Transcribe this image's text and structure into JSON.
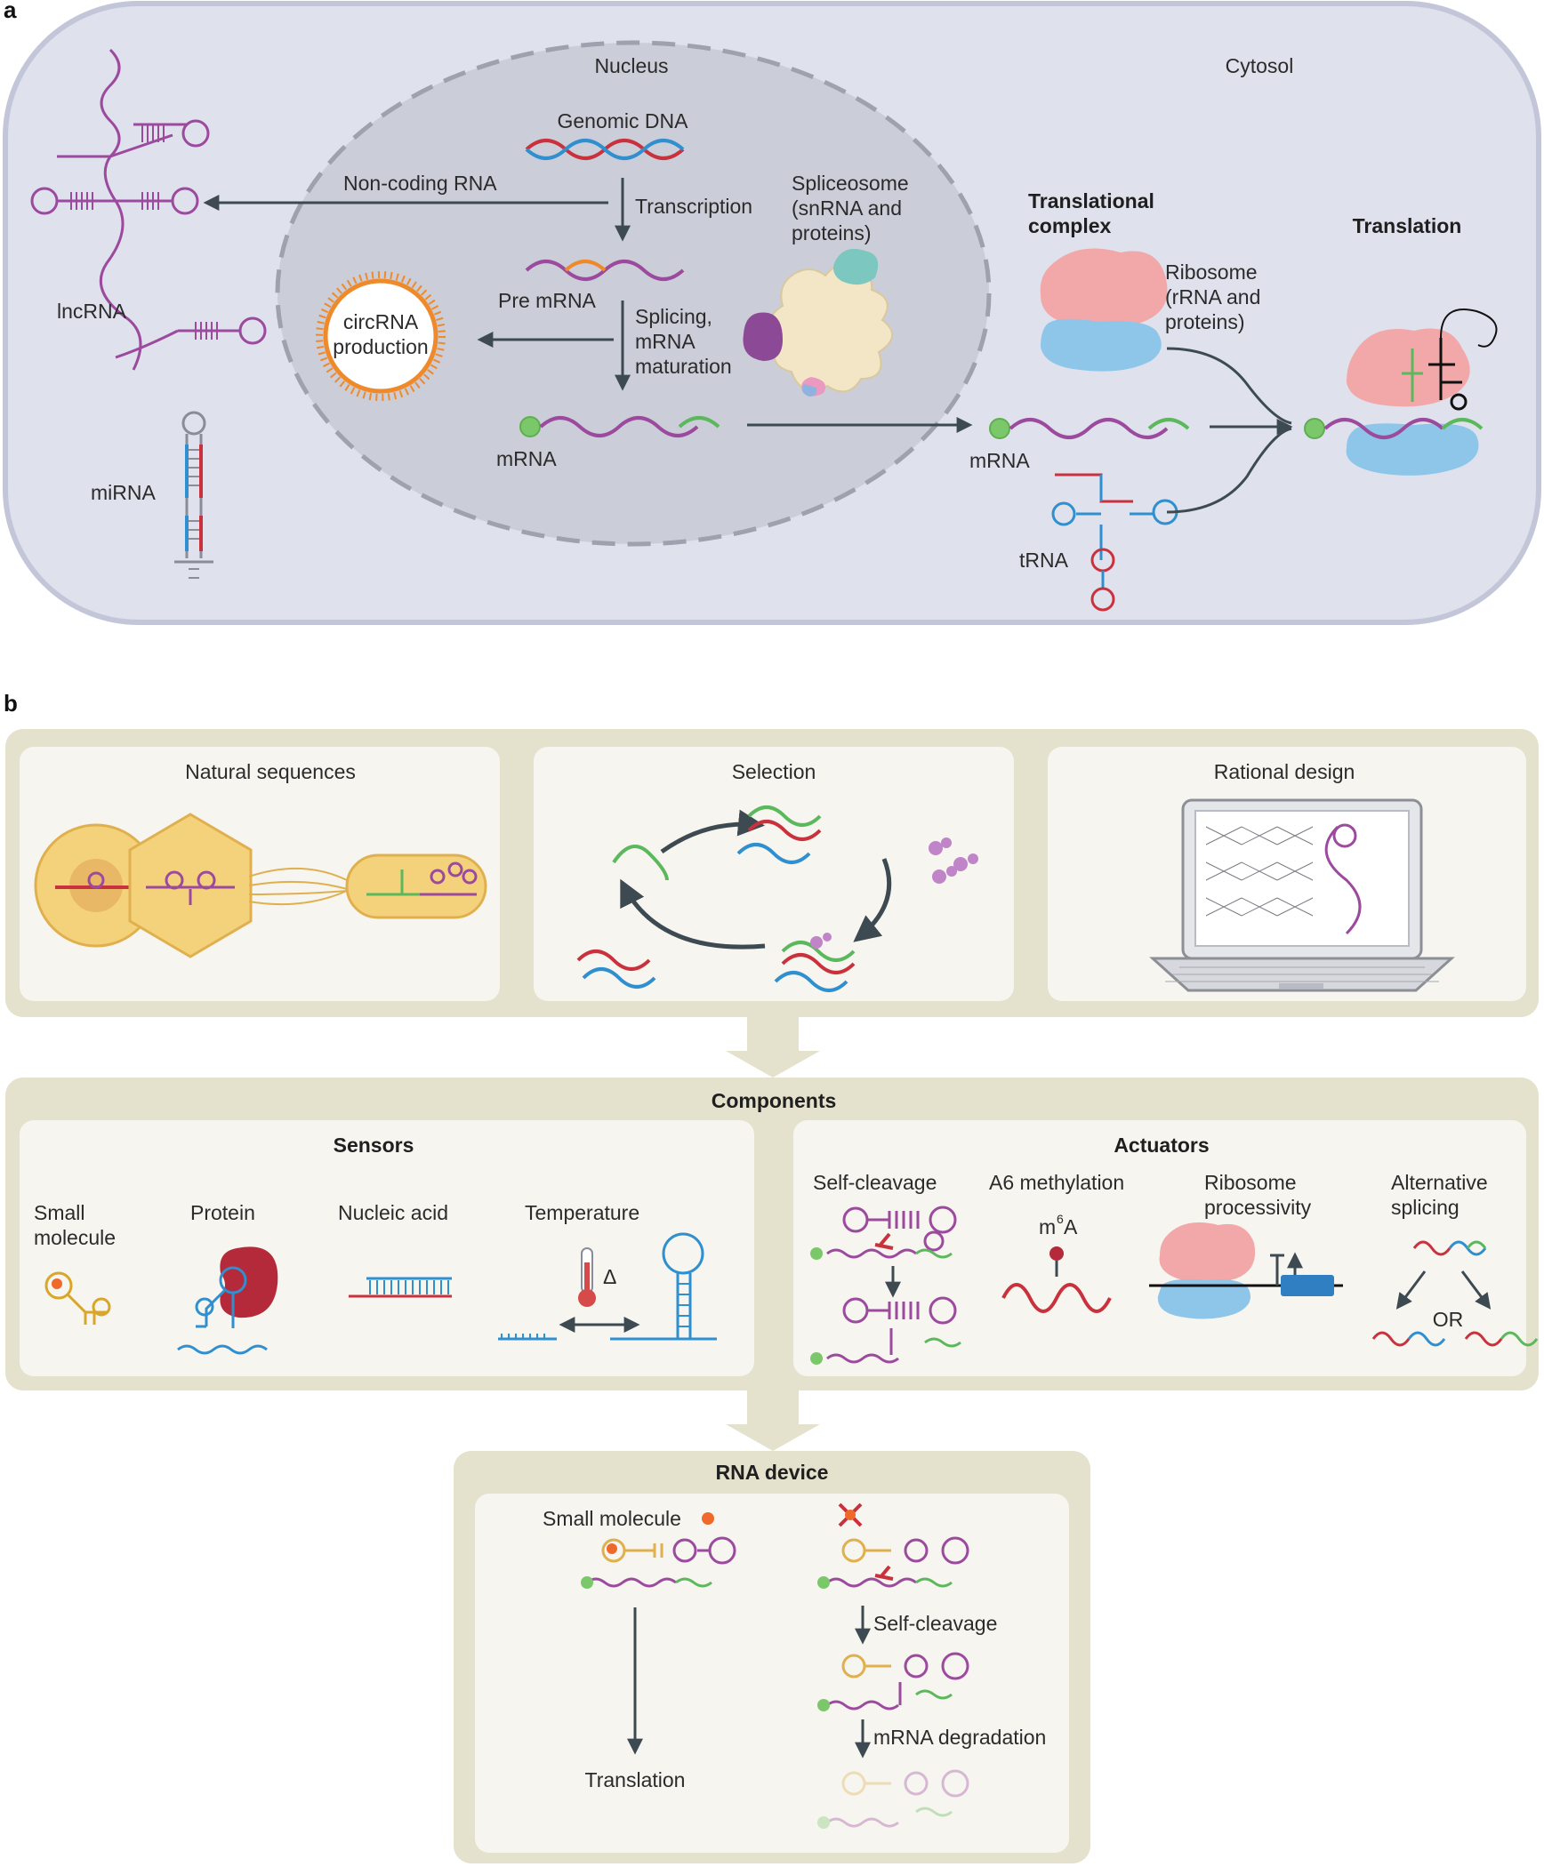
{
  "panel_a": {
    "letter": "a",
    "nucleus": "Nucleus",
    "cytosol": "Cytosol",
    "genomic_dna": "Genomic DNA",
    "transcription": "Transcription",
    "non_coding_rna": "Non-coding RNA",
    "spliceosome": [
      "Spliceosome",
      "(snRNA and",
      "proteins)"
    ],
    "pre_mrna": "Pre mRNA",
    "splicing": [
      "Splicing,",
      "mRNA",
      "maturation"
    ],
    "circrna": [
      "circRNA",
      "production"
    ],
    "mrna_nucleus": "mRNA",
    "mrna_cytosol": "mRNA",
    "lncrna": "lncRNA",
    "mirna": "miRNA",
    "translational_complex": [
      "Translational",
      "complex"
    ],
    "ribosome": [
      "Ribosome",
      "(rRNA and",
      "proteins)"
    ],
    "trna": "tRNA",
    "translation": "Translation"
  },
  "panel_b": {
    "letter": "b",
    "natural_sequences": "Natural sequences",
    "selection": "Selection",
    "rational_design": "Rational design",
    "components": "Components",
    "sensors": "Sensors",
    "actuators": "Actuators",
    "small_molecule": [
      "Small",
      "molecule"
    ],
    "protein": "Protein",
    "nucleic_acid": "Nucleic acid",
    "temperature": "Temperature",
    "delta": "Δ",
    "self_cleavage": "Self-cleavage",
    "a6_methylation": "A6 methylation",
    "m6a": [
      "m",
      "6",
      "A"
    ],
    "ribosome_processivity": [
      "Ribosome",
      "processivity"
    ],
    "alternative_splicing": [
      "Alternative",
      "splicing"
    ],
    "or": "OR",
    "rna_device": "RNA device",
    "device_small_molecule": "Small molecule",
    "device_translation": "Translation",
    "device_self_cleavage": "Self-cleavage",
    "device_mrna_degradation": "mRNA degradation"
  },
  "colors": {
    "cell": "#dfe1ec",
    "cell_border": "#c3c6d8",
    "nucleus": "#ccced9",
    "rna_purple": "#9b4a9e",
    "rna_green": "#5cb85c",
    "rna_red": "#c9323c",
    "rna_blue": "#2f8fcf",
    "arrow": "#3e4a52",
    "panel_bg": "#e4e1cc",
    "box_bg": "#f6f5ef"
  }
}
